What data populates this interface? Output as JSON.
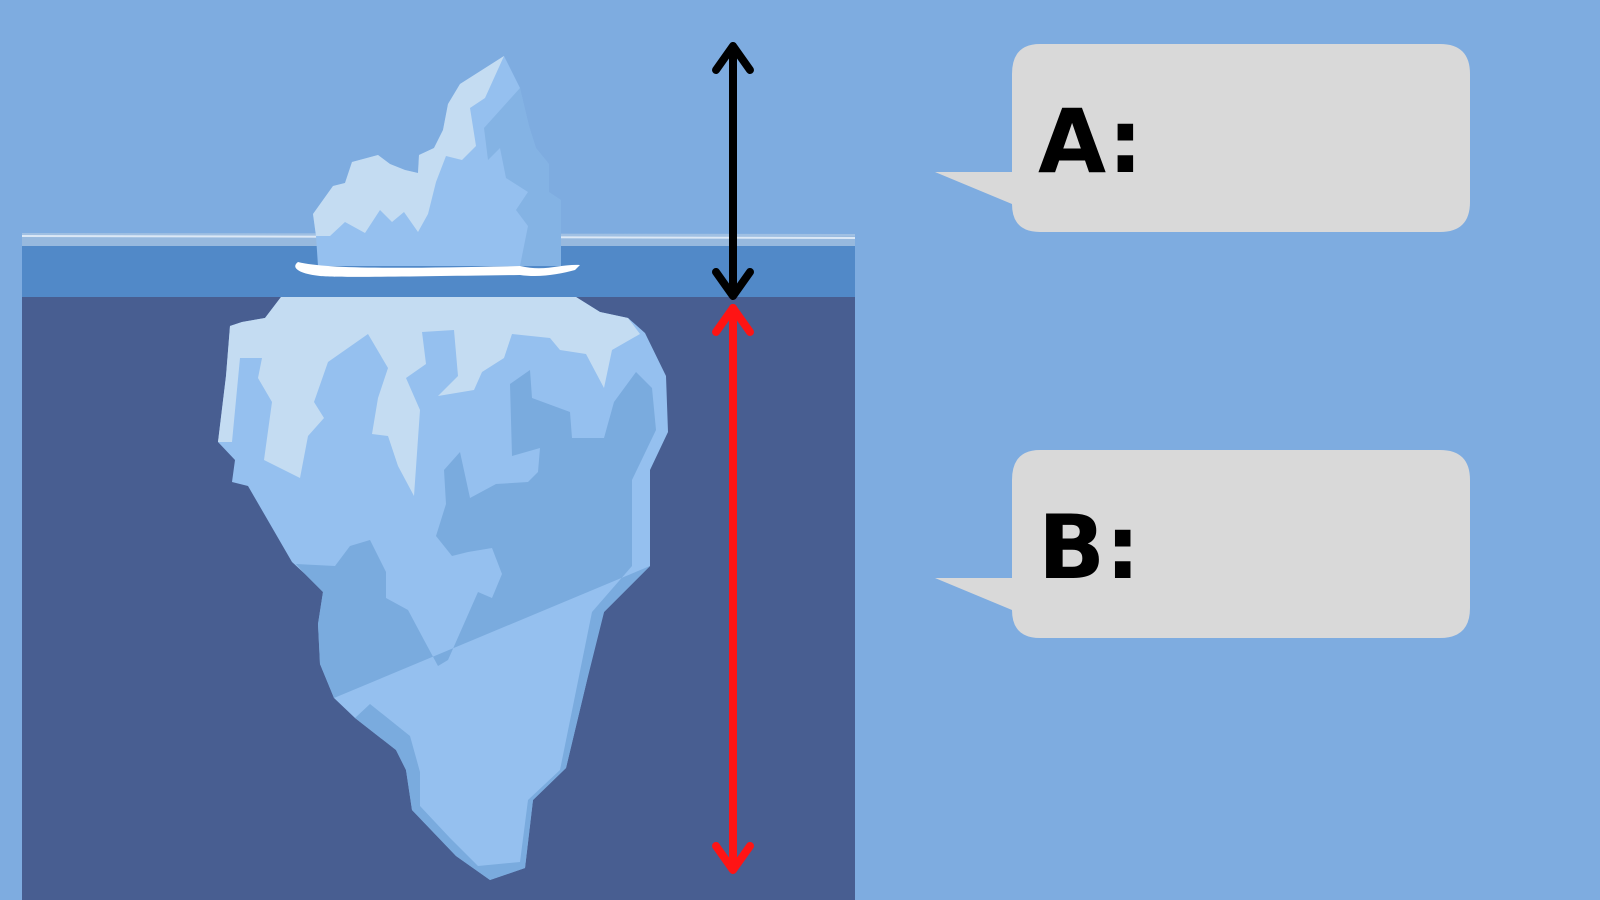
{
  "colors": {
    "background": "#7eace0",
    "water_surface": "#5189c8",
    "water_deep": "#485e91",
    "ice_light": "#c4dcf2",
    "ice_mid": "#95c0ef",
    "ice_shadow": "#76a7da",
    "foam": "#ffffff",
    "callout_fill": "#d9d9d9",
    "arrow_above": "#000000",
    "arrow_below": "#ff1414"
  },
  "callouts": [
    {
      "id": "a",
      "label": "A:"
    },
    {
      "id": "b",
      "label": "B:"
    }
  ],
  "arrows": [
    {
      "id": "above-water",
      "icon": "double-headed-arrow-icon",
      "color_key": "arrow_above"
    },
    {
      "id": "below-water",
      "icon": "double-headed-arrow-icon",
      "color_key": "arrow_below"
    }
  ]
}
